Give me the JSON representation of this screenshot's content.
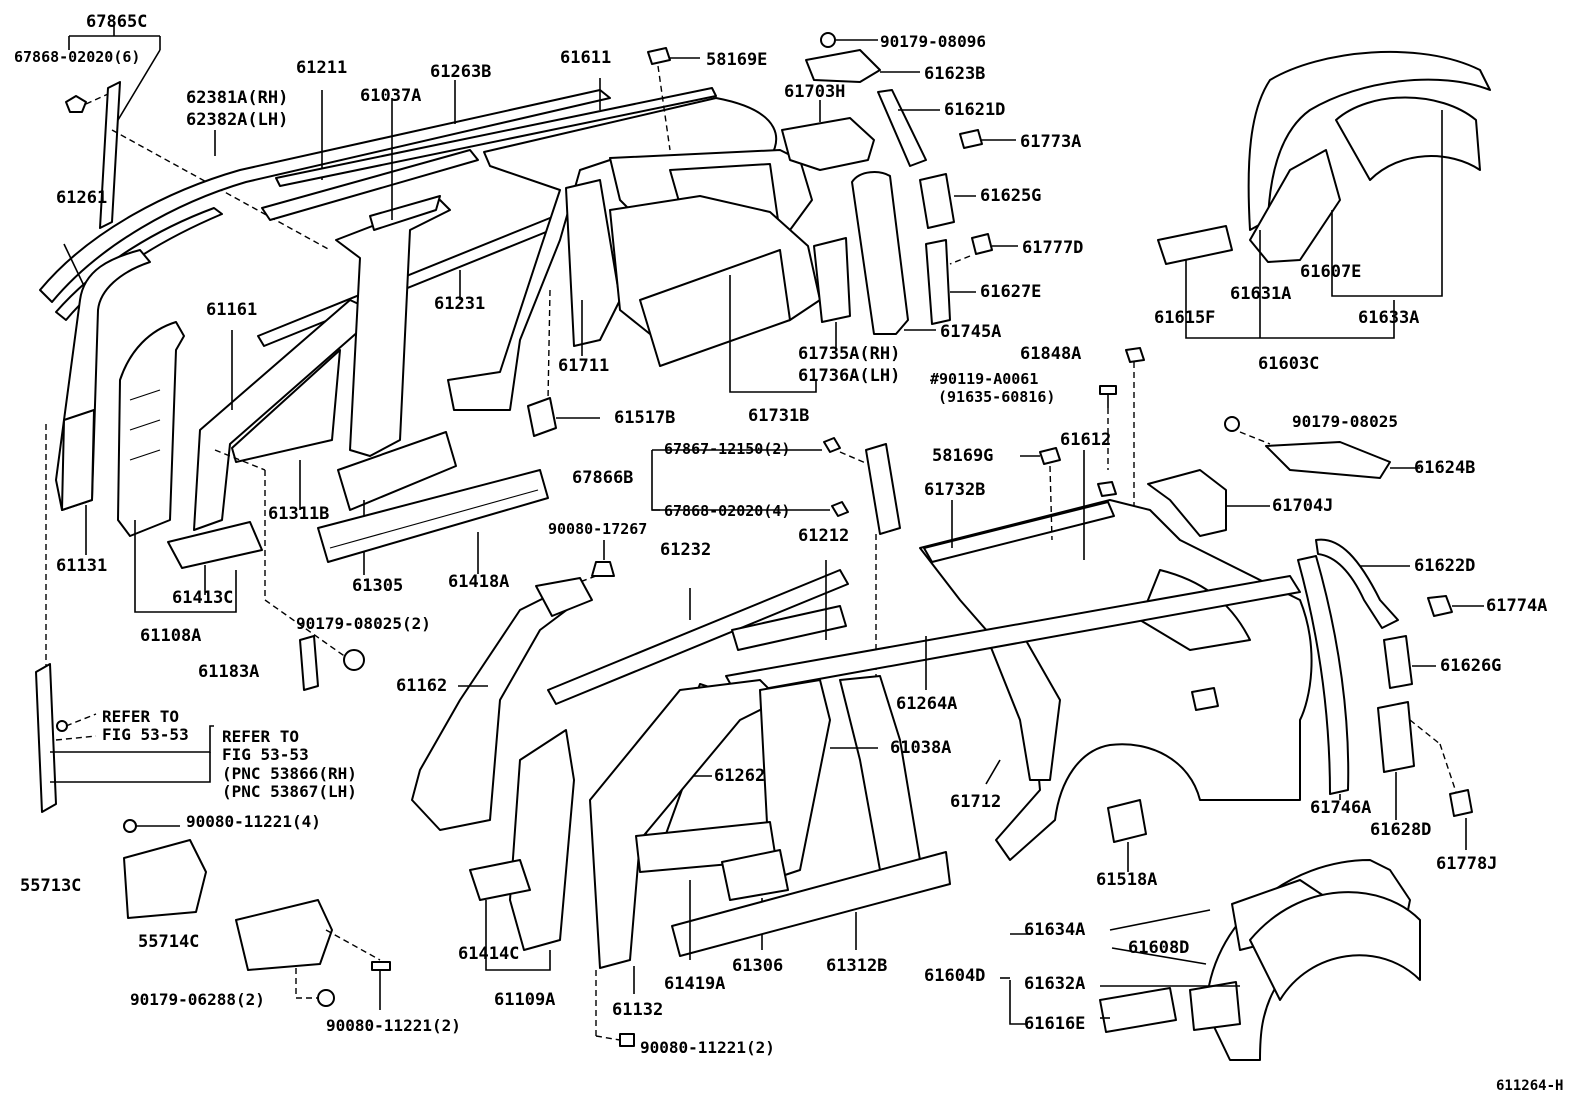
{
  "figure_ref": "611264-H",
  "labels": {
    "p67865C": "67865C",
    "p67868_02020_6": "67868-02020(6)",
    "p61211": "61211",
    "p62381A": "62381A(RH)",
    "p62382A": "62382A(LH)",
    "p61037A": "61037A",
    "p61263B": "61263B",
    "p61611": "61611",
    "p58169E": "58169E",
    "p90179_08096": "90179-08096",
    "p61623B": "61623B",
    "p61703H": "61703H",
    "p61621D": "61621D",
    "p61773A": "61773A",
    "p61625G": "61625G",
    "p61777D": "61777D",
    "p61627E": "61627E",
    "p61745A": "61745A",
    "p61261": "61261",
    "p61161": "61161",
    "p61231": "61231",
    "p61711": "61711",
    "p61735A": "61735A(RH)",
    "p61736A": "61736A(LH)",
    "p61731B": "61731B",
    "p61517B": "61517B",
    "p61607E": "61607E",
    "p61631A": "61631A",
    "p61615F": "61615F",
    "p61633A": "61633A",
    "p61603C": "61603C",
    "p61848A": "61848A",
    "p90119_A0061": "#90119-A0061",
    "p91635_60816": "(91635-60816)",
    "p90179_08025": "90179-08025",
    "p61624B": "61624B",
    "p61612": "61612",
    "p58169G": "58169G",
    "p61732B": "61732B",
    "p61704J": "61704J",
    "p67867_12150_2": "67867-12150(2)",
    "p67866B": "67866B",
    "p67868_02020_4": "67868-02020(4)",
    "p61311B": "61311B",
    "p61131": "61131",
    "p61305": "61305",
    "p61418A": "61418A",
    "p61413C": "61413C",
    "p61108A": "61108A",
    "p90080_17267": "90080-17267",
    "p61232": "61232",
    "p61212": "61212",
    "p61622D": "61622D",
    "p61774A": "61774A",
    "p90179_08025_2": "90179-08025(2)",
    "p61183A": "61183A",
    "p61162": "61162",
    "p61264A": "61264A",
    "p61626G": "61626G",
    "p61038A": "61038A",
    "p61262": "61262",
    "p61712": "61712",
    "p61746A": "61746A",
    "p61628D": "61628D",
    "p61778J": "61778J",
    "p61518A": "61518A",
    "p90080_11221_4": "90080-11221(4)",
    "p55713C": "55713C",
    "p55714C": "55714C",
    "p61414C": "61414C",
    "p61109A": "61109A",
    "p61132": "61132",
    "p61419A": "61419A",
    "p61306": "61306",
    "p61312B": "61312B",
    "p61634A": "61634A",
    "p61608D": "61608D",
    "p61604D": "61604D",
    "p61632A": "61632A",
    "p61616E": "61616E",
    "p90179_06288_2": "90179-06288(2)",
    "p90080_11221_2a": "90080-11221(2)",
    "p90080_11221_2b": "90080-11221(2)"
  },
  "notes": {
    "refer1_a": "REFER TO",
    "refer1_b": "FIG 53-53",
    "refer2_a": "REFER TO",
    "refer2_b": "FIG 53-53",
    "refer2_c": "(PNC 53866(RH)",
    "refer2_d": "(PNC 53867(LH)"
  }
}
